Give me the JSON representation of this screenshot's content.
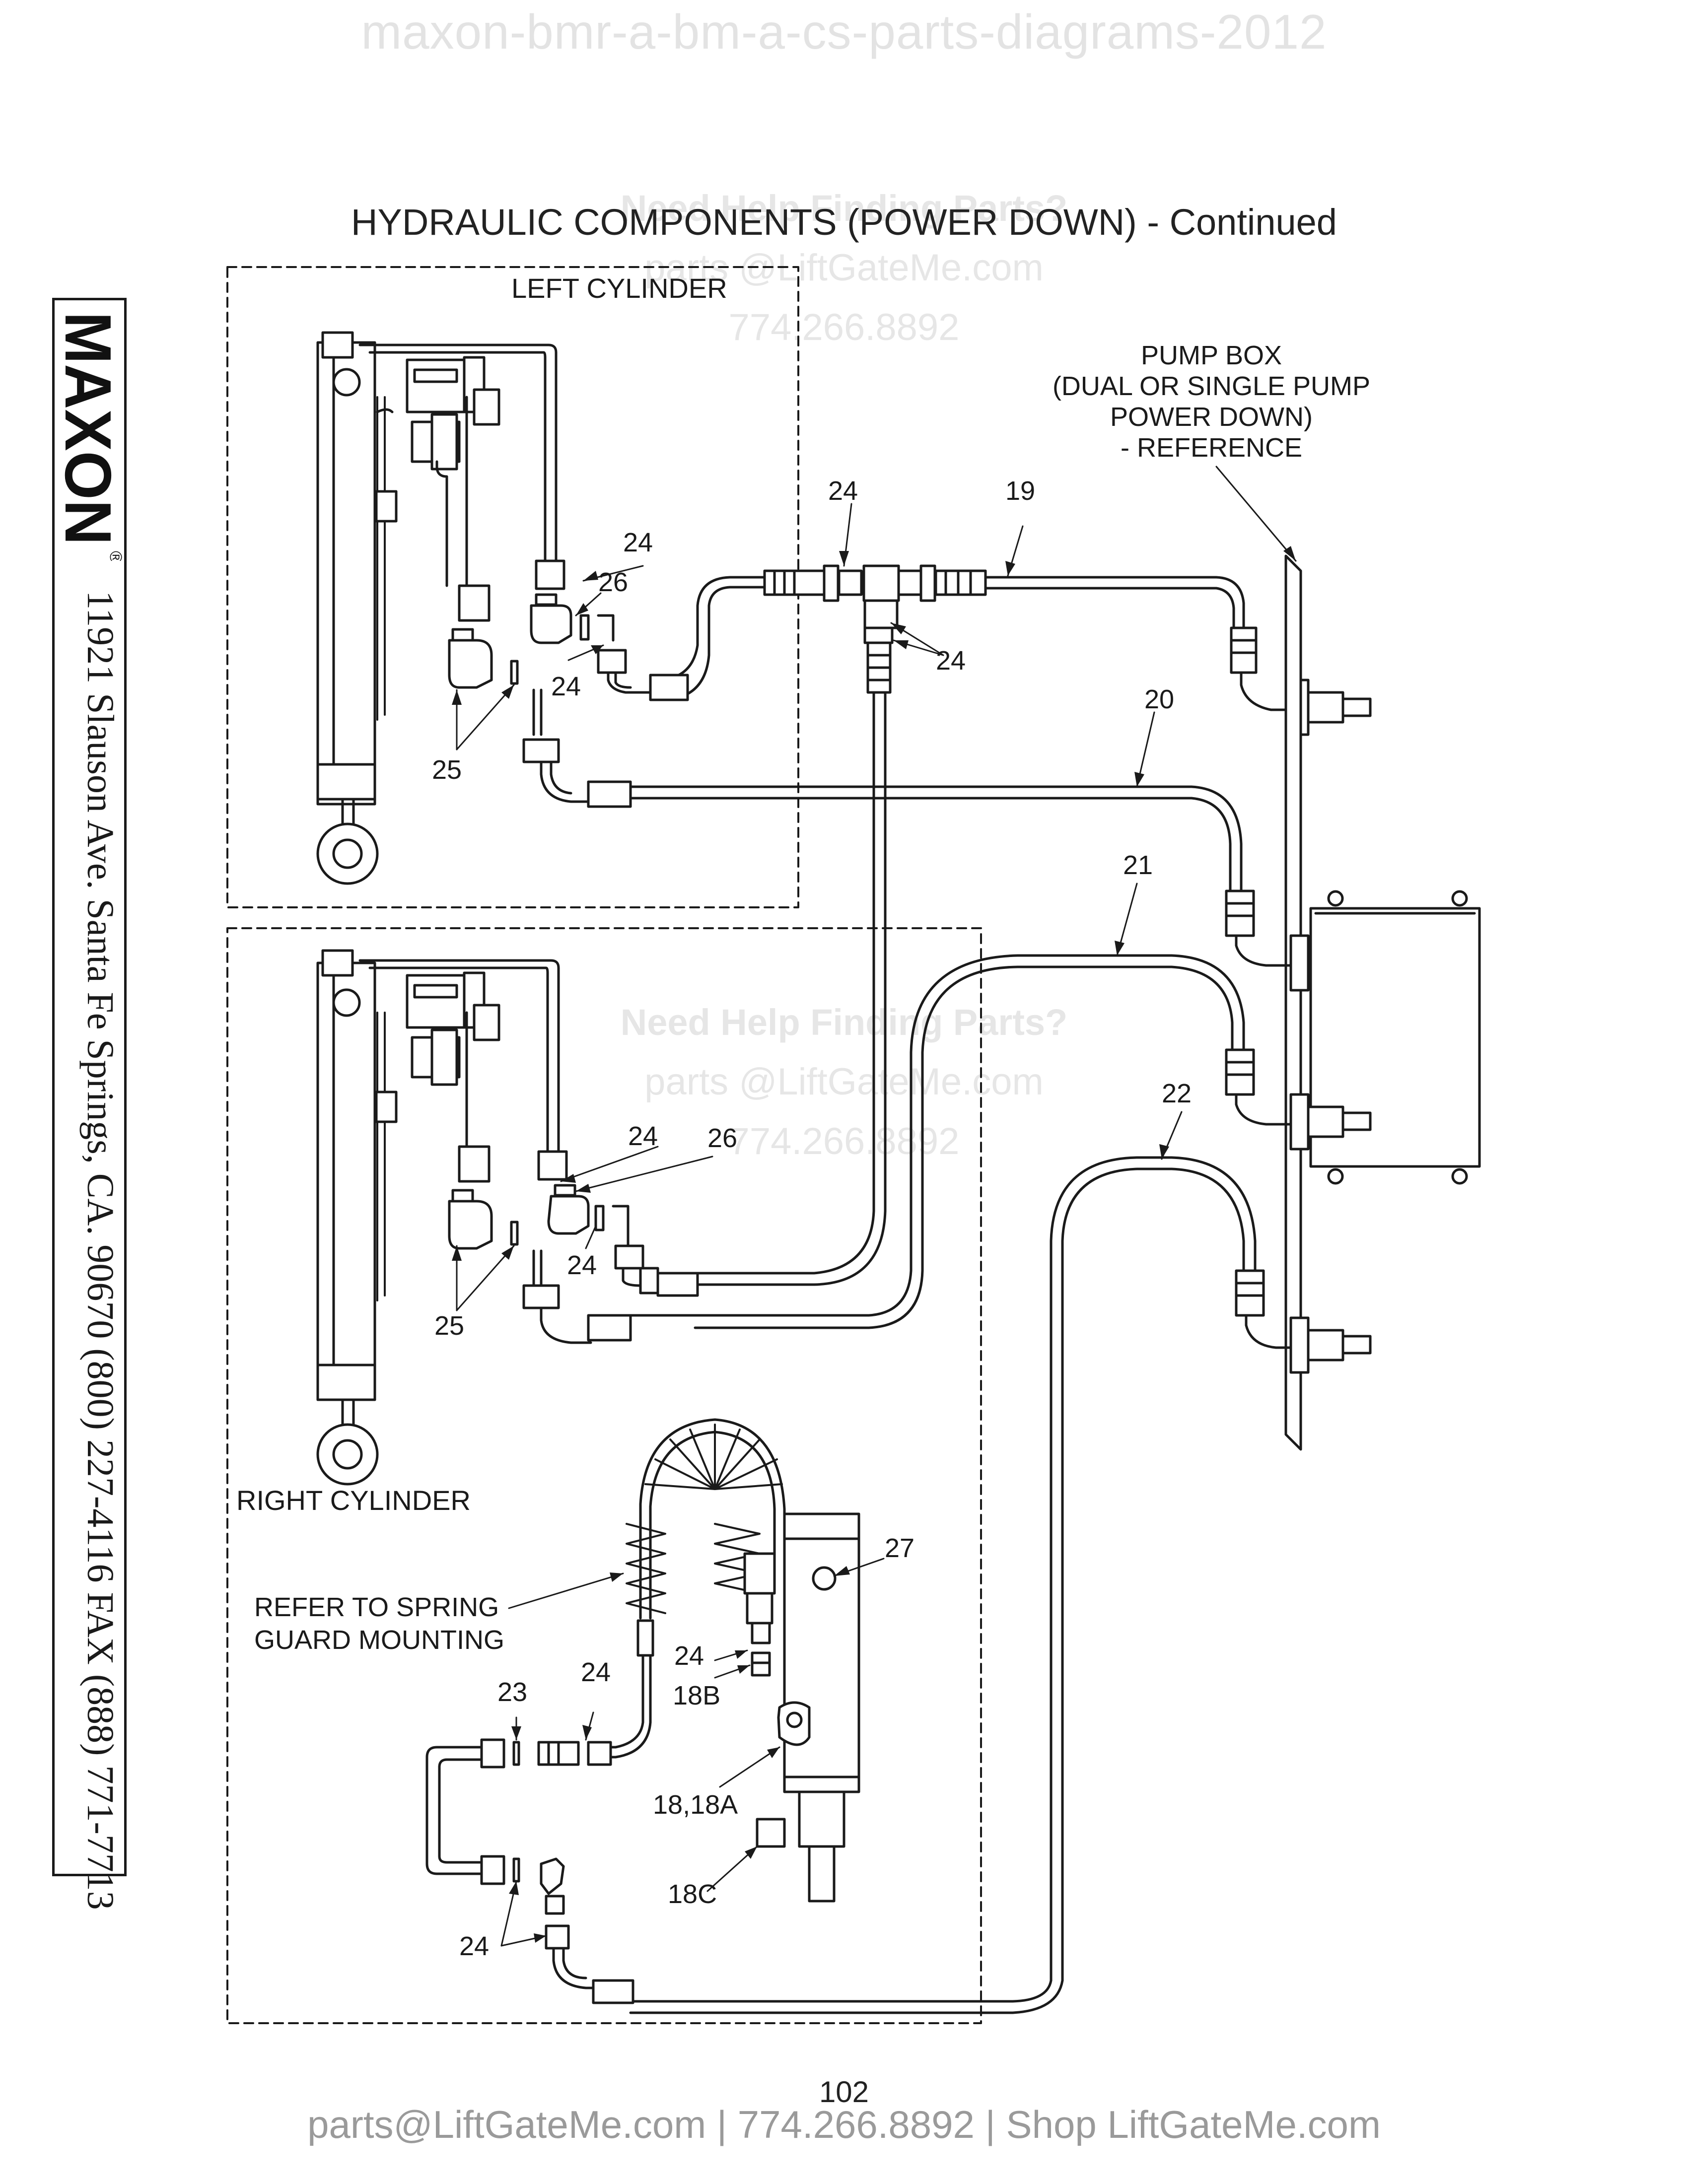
{
  "watermark_top": "maxon-bmr-a-bm-a-cs-parts-diagrams-2012",
  "watermark_help": {
    "line1": "Need Help Finding Parts?",
    "line2": "parts @LiftGateMe.com",
    "line3": "774.266.8892"
  },
  "title": "HYDRAULIC COMPONENTS (POWER DOWN) - Continued",
  "sidebar": {
    "brand": "MAXON",
    "registered": "®",
    "address": "11921 Slauson Ave.  Santa Fe Springs, CA.  90670  (800) 227-4116  FAX (888) 771-7713"
  },
  "labels": {
    "left_cylinder": "LEFT CYLINDER",
    "right_cylinder": "RIGHT CYLINDER",
    "pump_box_1": "PUMP BOX",
    "pump_box_2": "(DUAL OR SINGLE PUMP",
    "pump_box_3": "POWER DOWN)",
    "pump_box_4": "- REFERENCE",
    "spring_guard_1": "REFER TO SPRING",
    "spring_guard_2": "GUARD MOUNTING"
  },
  "callouts": {
    "c24_top": "24",
    "c19": "19",
    "c24_left_a": "24",
    "c26_left": "26",
    "c24_left_b": "24",
    "c24_tee": "24",
    "c25_left": "25",
    "c20": "20",
    "c21": "21",
    "c22": "22",
    "c24_right_a": "24",
    "c26_right": "26",
    "c24_right_b": "24",
    "c25_right": "25",
    "c27": "27",
    "c24_spring": "24",
    "c18b": "18B",
    "c23": "23",
    "c24_lower": "24",
    "c18_18a": "18,18A",
    "c18c": "18C",
    "c24_bottom": "24"
  },
  "page_number": "102",
  "footer": "parts@LiftGateMe.com | 774.266.8892 | Shop LiftGateMe.com"
}
